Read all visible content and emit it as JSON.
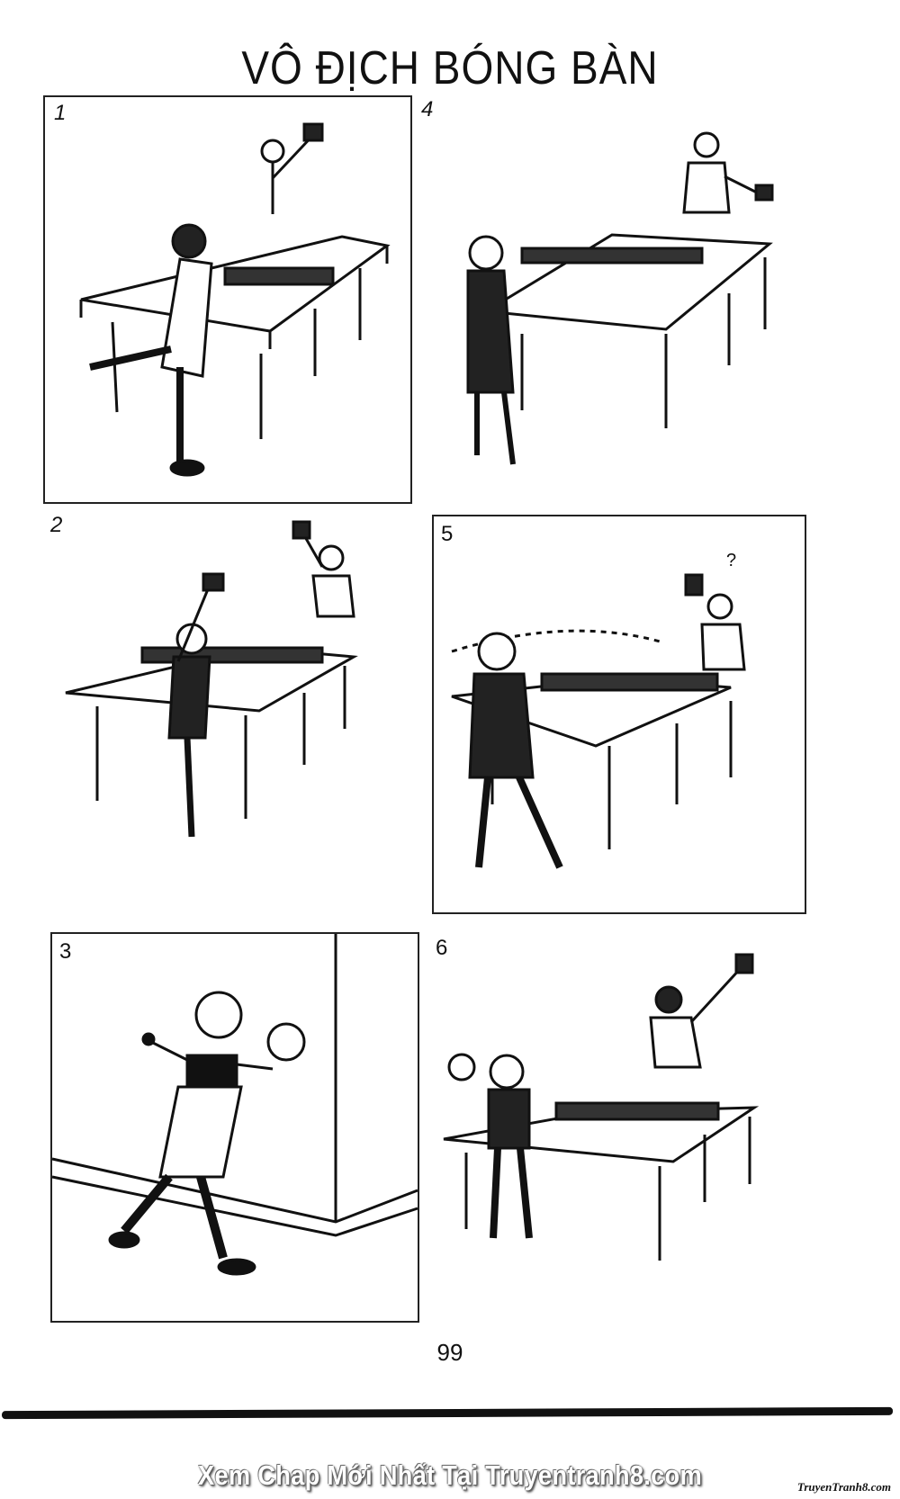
{
  "page": {
    "title": "VÔ ĐỊCH BÓNG BÀN",
    "page_number": "99",
    "banner": "Xem Chap Mới Nhất Tại Truyentranh8.com",
    "watermark": "TruyenTranh8.com"
  },
  "panels": [
    {
      "number": "1",
      "scene": "player lunges at table while opponent swings paddle",
      "framed": true
    },
    {
      "number": "2",
      "scene": "player swings paddle overhead, ball flies over net",
      "framed": false
    },
    {
      "number": "3",
      "scene": "player walks away holding ball and paddle",
      "framed": true
    },
    {
      "number": "4",
      "scene": "player serves, opponent returns",
      "framed": false
    },
    {
      "number": "5",
      "scene": "opponent confused, question mark",
      "speech": "?",
      "framed": true
    },
    {
      "number": "6",
      "scene": "opponent angrily throws paddle",
      "framed": false
    }
  ]
}
